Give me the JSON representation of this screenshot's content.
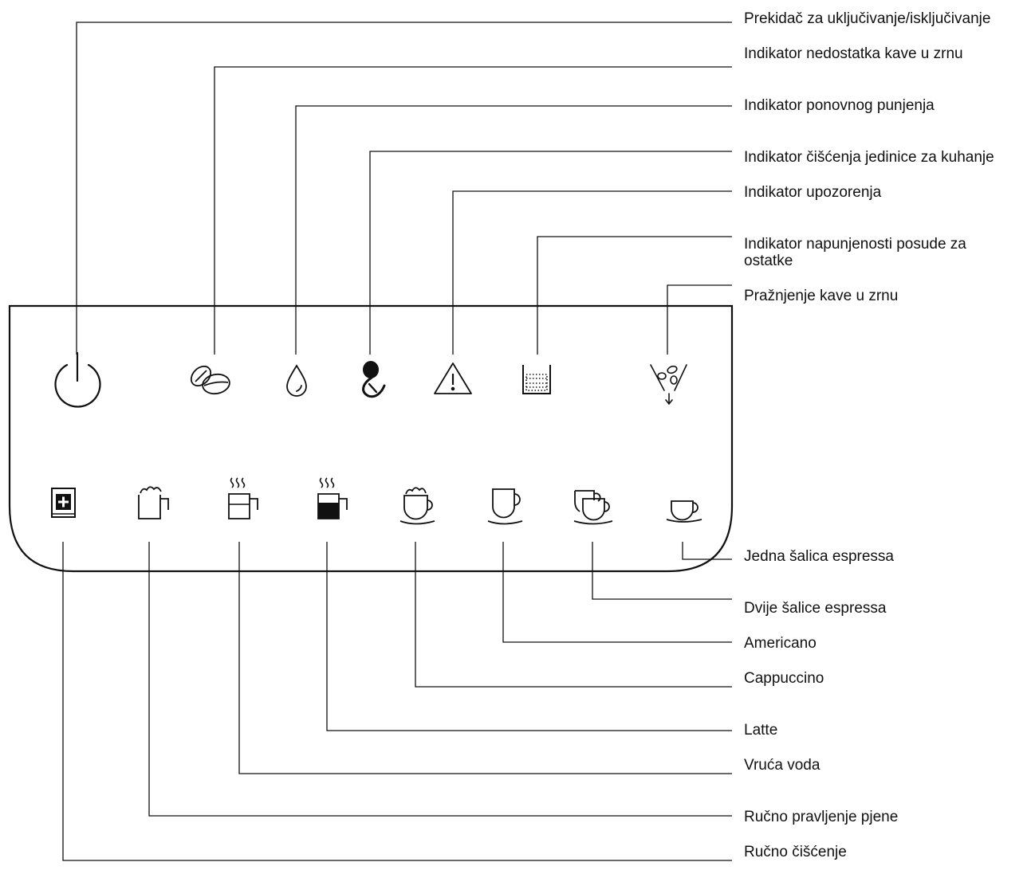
{
  "labels": {
    "power_switch": "Prekidač za uključivanje/isključivanje",
    "no_beans": "Indikator nedostatka kave u zrnu",
    "refill": "Indikator ponovnog punjenja",
    "brew_unit_clean": "Indikator čišćenja jedinice za kuhanje",
    "warning": "Indikator upozorenja",
    "waste_bin": "Indikator napunjenosti posude za ostatke",
    "empty_beans": "Pražnjenje kave u zrnu",
    "single_espresso": "Jedna šalica espressa",
    "double_espresso": "Dvije šalice espressa",
    "americano": "Americano",
    "cappuccino": "Cappuccino",
    "latte": "Latte",
    "hot_water": "Vruća voda",
    "manual_froth": "Ručno pravljenje pjene",
    "manual_clean": "Ručno čišćenje"
  },
  "icons": {
    "top_row": [
      "power-icon",
      "coffee-beans-icon",
      "water-drop-icon",
      "brew-unit-clean-icon",
      "warning-icon",
      "waste-bin-icon",
      "empty-beans-icon"
    ],
    "bottom_row": [
      "manual-clean-icon",
      "manual-froth-icon",
      "hot-water-icon",
      "latte-icon",
      "cappuccino-icon",
      "americano-icon",
      "double-espresso-icon",
      "single-espresso-icon"
    ]
  }
}
